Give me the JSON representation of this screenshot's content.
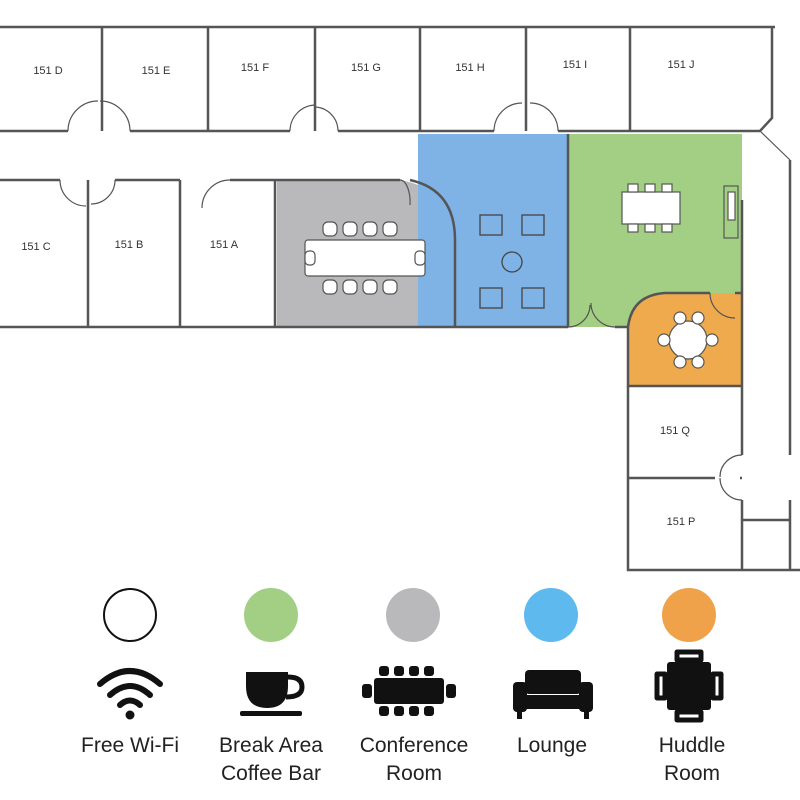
{
  "rooms": {
    "r151d": "151 D",
    "r151e": "151 E",
    "r151f": "151 F",
    "r151g": "151 G",
    "r151h": "151 H",
    "r151i": "151 I",
    "r151j": "151 J",
    "r151c": "151 C",
    "r151b": "151 B",
    "r151a": "151 A",
    "r151q": "151 Q",
    "r151p": "151 P"
  },
  "colors": {
    "conference": "#b9b9bb",
    "lounge": "#7fb2e5",
    "break_area": "#a3cf84",
    "huddle": "#eeaa4c",
    "wall": "#555555"
  },
  "legend": [
    {
      "key": "wifi",
      "label": "Free Wi-Fi",
      "color": "#ffffff",
      "icon": "wifi-icon"
    },
    {
      "key": "break",
      "label": "Break Area\nCoffee Bar",
      "color": "#a3cf84",
      "icon": "coffee-cup-icon"
    },
    {
      "key": "conference",
      "label": "Conference\nRoom",
      "color": "#b9b9bb",
      "icon": "conference-table-icon"
    },
    {
      "key": "lounge",
      "label": "Lounge",
      "color": "#5eb9ee",
      "icon": "sofa-icon"
    },
    {
      "key": "huddle",
      "label": "Huddle\nRoom",
      "color": "#f0a24a",
      "icon": "huddle-table-icon"
    }
  ]
}
